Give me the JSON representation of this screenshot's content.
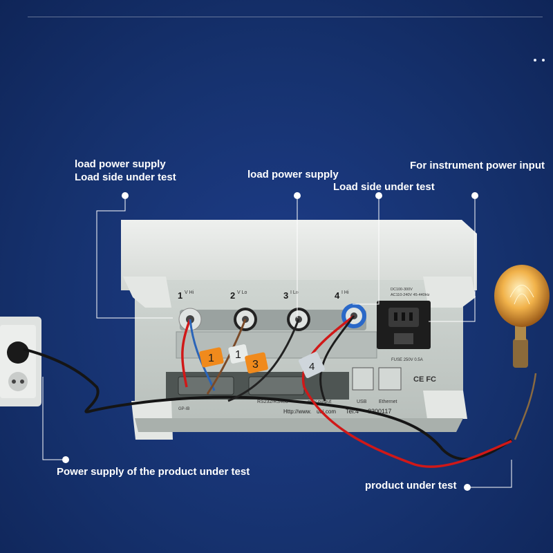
{
  "callouts": {
    "left_line1": "load power supply",
    "left_line2": "Load side under test",
    "mid_line1": "load power supply",
    "mid_line2": "Load side under test",
    "right": "For instrument power input",
    "bottom_left": "Power supply of the product under test",
    "bottom_right": "product under test"
  },
  "device": {
    "terminals": [
      {
        "num": "1",
        "sub": "V Hi"
      },
      {
        "num": "2",
        "sub": "V Lo"
      },
      {
        "num": "3",
        "sub": "I Lo"
      },
      {
        "num": "4",
        "sub": "I Hi"
      }
    ],
    "power_spec_1": "DC100-300V",
    "power_spec_2": "AC110-240V 45-440Hz",
    "fuse": "FUSE 250V 0.5A",
    "ce_mark": "CE FC",
    "port_labels": [
      "RS232/RS485",
      "elay output",
      "USB",
      "Ethernet"
    ],
    "gpib": "GP-IB",
    "website": "Http://www.",
    "website_end": "uui.com",
    "tel": "Tel:4",
    "tel_end": "8300117"
  },
  "wire_tags": [
    "1",
    "1",
    "3",
    "4"
  ],
  "colors": {
    "background": "#16326f",
    "text": "#ffffff",
    "device_panel": "#c9d0cc",
    "tag_orange": "#f08a1c",
    "wire_red": "#d01818"
  }
}
